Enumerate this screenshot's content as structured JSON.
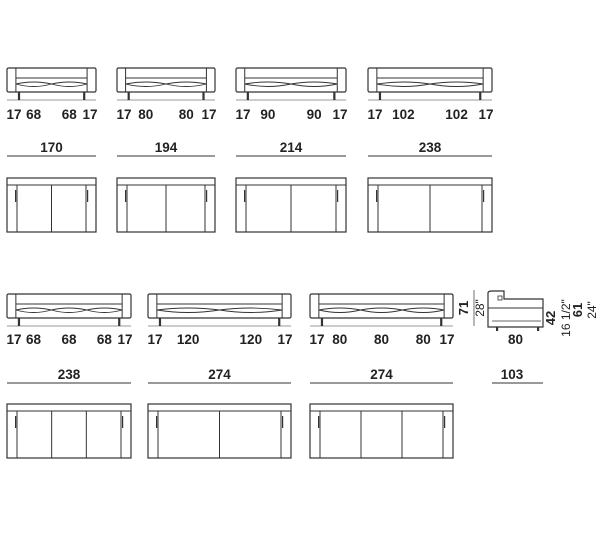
{
  "sofas": [
    {
      "id": "sofa-2-seat-170",
      "segments": [
        "17",
        "68",
        "68",
        "17"
      ],
      "total": "170",
      "seats": 2
    },
    {
      "id": "sofa-2-seat-194",
      "segments": [
        "17",
        "80",
        "80",
        "17"
      ],
      "total": "194",
      "seats": 2
    },
    {
      "id": "sofa-2-seat-214",
      "segments": [
        "17",
        "90",
        "90",
        "17"
      ],
      "total": "214",
      "seats": 2
    },
    {
      "id": "sofa-2-seat-238",
      "segments": [
        "17",
        "102",
        "102",
        "17"
      ],
      "total": "238",
      "seats": 2
    },
    {
      "id": "sofa-3-seat-238",
      "segments": [
        "17",
        "68",
        "68",
        "68",
        "17"
      ],
      "total": "238",
      "seats": 3
    },
    {
      "id": "sofa-2-seat-274",
      "segments": [
        "17",
        "120",
        "120",
        "17"
      ],
      "total": "274",
      "seats": 2
    },
    {
      "id": "sofa-3-seat-274",
      "segments": [
        "17",
        "80",
        "80",
        "80",
        "17"
      ],
      "total": "274",
      "seats": 3
    }
  ],
  "side_view": {
    "depth": "80",
    "depth_total": "103",
    "heights_cm": [
      "71",
      "42",
      "61"
    ],
    "heights_in": [
      "28\"",
      "16 1/2\"",
      "24\""
    ]
  },
  "colors": {
    "line": "#333333",
    "text": "#222222"
  }
}
